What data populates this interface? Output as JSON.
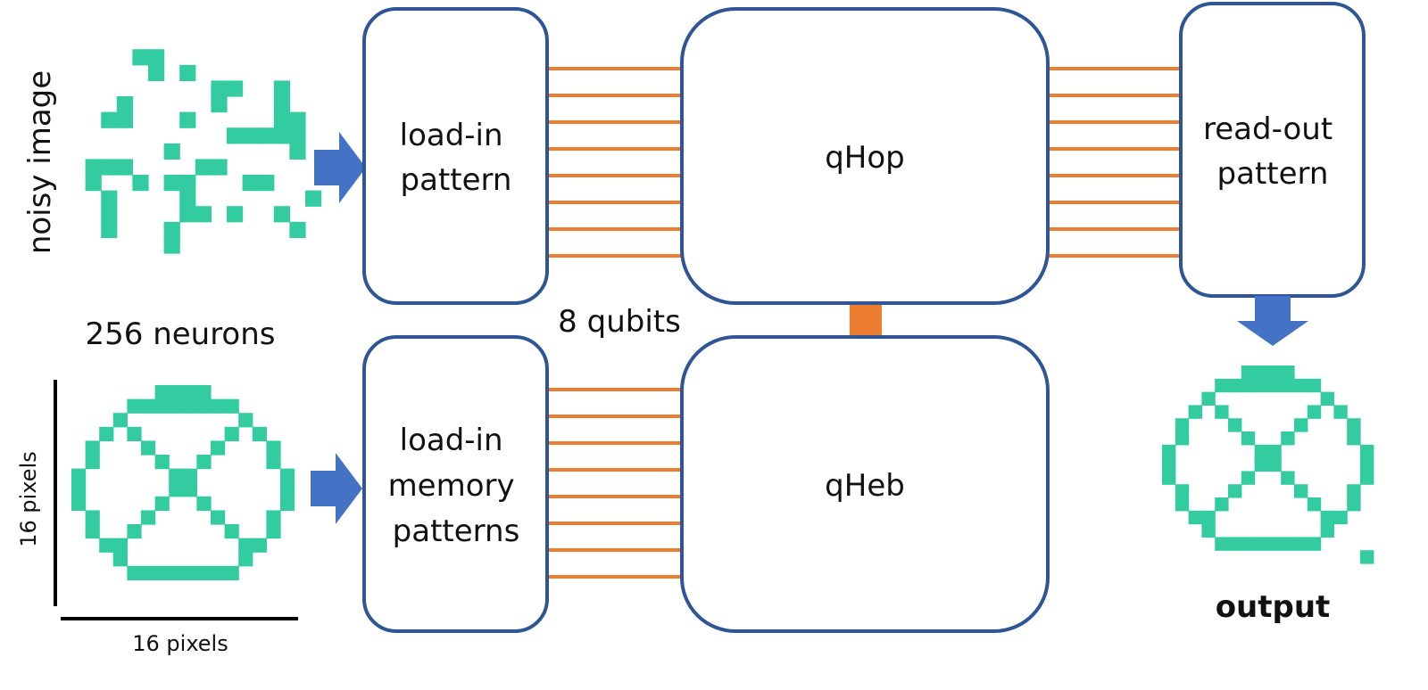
{
  "labels": {
    "noisy_image": "noisy image",
    "neurons": "256 neurons",
    "pixels_vertical": "16 pixels",
    "pixels_horizontal": "16 pixels",
    "qubits": "8 qubits",
    "output": "output"
  },
  "blocks": {
    "load_in_pattern": [
      "load-in",
      "pattern"
    ],
    "load_in_memory": [
      "load-in",
      "memory",
      "patterns"
    ],
    "qhop": "qHop",
    "qheb": "qHeb",
    "read_out_pattern": [
      "read-out",
      "pattern"
    ]
  },
  "grid": {
    "size": 16
  },
  "qubit_count": 8,
  "patterns": {
    "noisy": [
      "................",
      "................",
      "....##..........",
      ".....#.#........",
      ".........##..#..",
      "...#.....#...#..",
      "..##...#.....##.",
      "..........#####.",
      "......#.......#.",
      ".###....##......",
      ".#..#.##...##...",
      "..#....#.......#",
      "..#....##.#..#..",
      "..#...#.......#.",
      "......#.........",
      "................"
    ],
    "memory": [
      "......####......",
      "....########....",
      "...#........#...",
      "..#.#......#.#..",
      ".#...#....#...#.",
      ".#....#..#....#.",
      "#......##......#",
      "#......##......#",
      "#.....#..#.....#",
      ".#...#....#...#.",
      ".#..#......#..#.",
      "..##........##..",
      "...#........#...",
      "....########....",
      "................",
      "................"
    ],
    "output": [
      "......####......",
      "....########....",
      "...#........#...",
      "..#.#......#.#..",
      ".#...#....#...#.",
      ".#....#..#....#.",
      "#......##......#",
      "#......##......#",
      "#.....#..#.....#",
      ".#...#....#...#.",
      ".#..#......#..#.",
      "..##........##..",
      "...#........#...",
      "....########....",
      "...............#",
      "................"
    ]
  },
  "colors": {
    "pixel": "#33cca0",
    "box_stroke": "#2f5596",
    "wire": "#ed7d31",
    "arrow": "#4472c4"
  }
}
